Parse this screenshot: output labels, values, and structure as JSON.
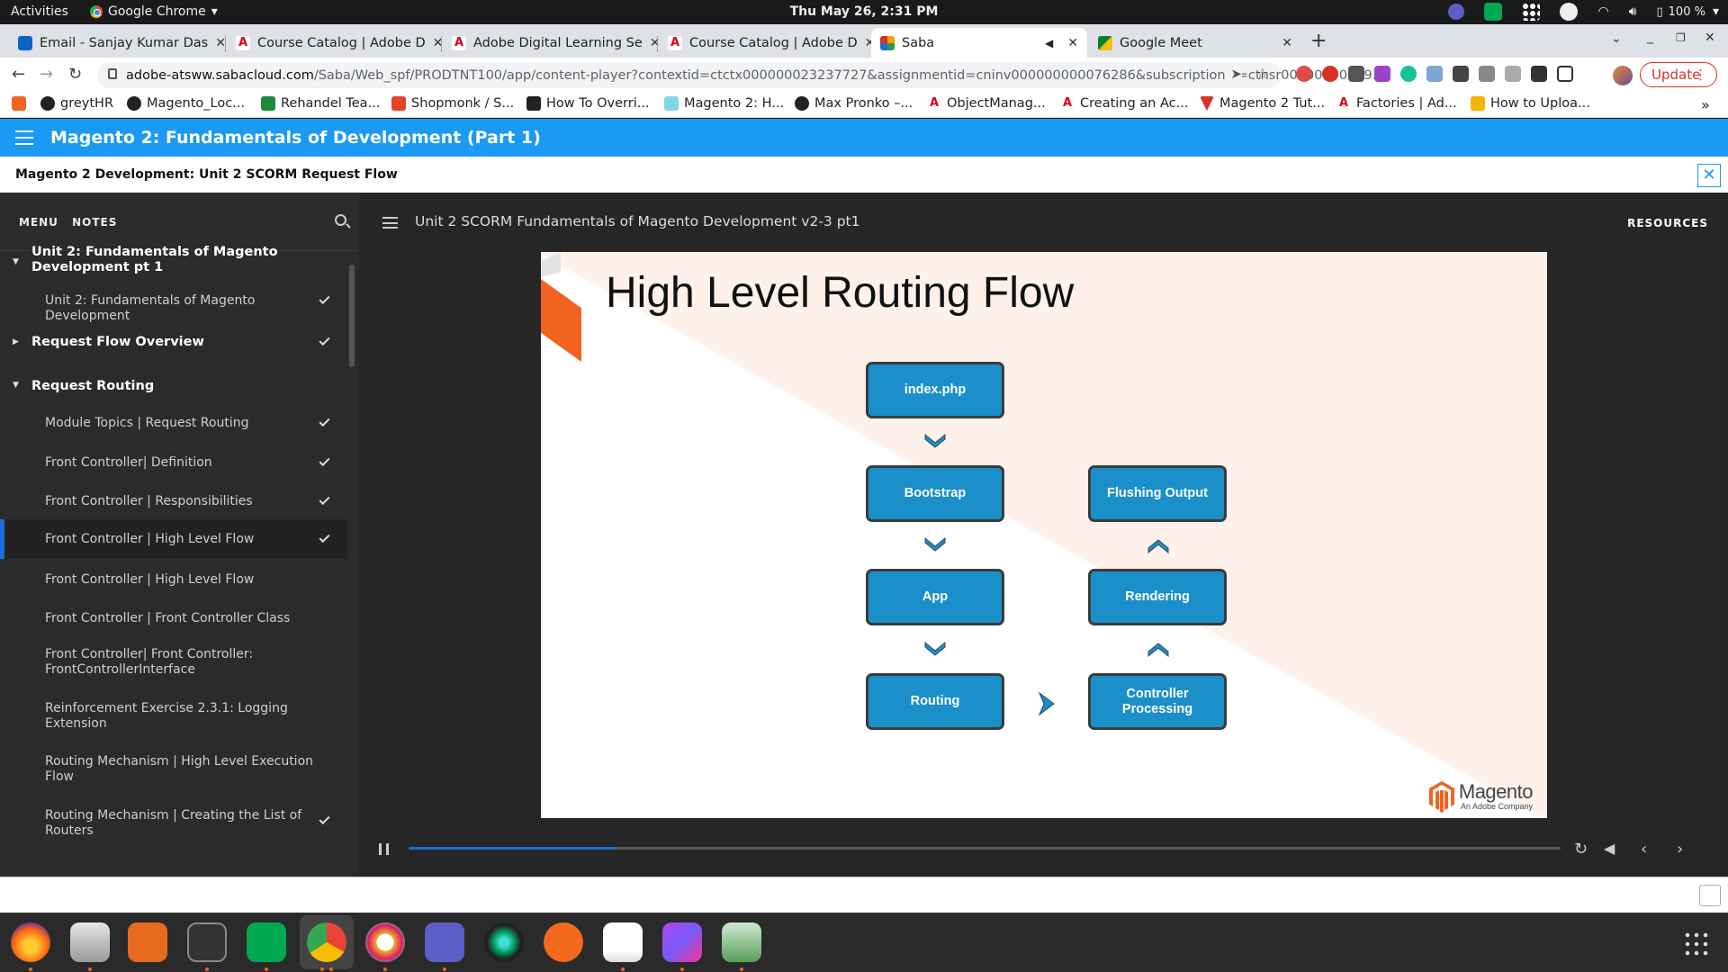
{
  "system": {
    "activities": "Activities",
    "app_name": "Google Chrome",
    "clock": "Thu May 26,  2:31 PM",
    "battery": "100 %"
  },
  "browser": {
    "tabs": [
      {
        "title": "Email - Sanjay Kumar Das",
        "favicon": "outlook-icon"
      },
      {
        "title": "Course Catalog | Adobe D",
        "favicon": "adobe-icon"
      },
      {
        "title": "Adobe Digital Learning Se",
        "favicon": "adobe-icon"
      },
      {
        "title": "Course Catalog | Adobe D",
        "favicon": "adobe-icon"
      },
      {
        "title": "Saba",
        "favicon": "saba-icon",
        "active": true
      },
      {
        "title": "Google Meet",
        "favicon": "meet-icon"
      }
    ],
    "url_host": "adobe-atsww.sabacloud.com",
    "url_path": "/Saba/Web_spf/PRODTNT100/app/content-player?contextid=ctctx000000023237727&assignmentid=cninv000000000076286&subscriptionid=ctnsr00000000019…",
    "update_label": "Update",
    "bookmarks": [
      "greytHR",
      "Magento_Loc...",
      "Rehandel Tea...",
      "Shopmonk / S...",
      "How To Overri...",
      "Magento 2: H...",
      "Max Pronko –...",
      "ObjectManag...",
      "Creating an Ac...",
      "Magento 2 Tut...",
      "Factories | Ad...",
      "How to Uploa..."
    ],
    "more_bookmarks": "»"
  },
  "course": {
    "title": "Magento 2: Fundamentals of Development (Part 1)",
    "module_title": "Magento 2 Development: Unit 2 SCORM Request Flow",
    "close_glyph": "✕"
  },
  "sidebar": {
    "tab_menu": "MENU",
    "tab_notes": "NOTES",
    "items": [
      {
        "label": "Unit 2: Fundamentals of Magento Development pt 1",
        "type": "section",
        "expanded": true,
        "checked": false
      },
      {
        "label": "Unit 2: Fundamentals of Magento Development",
        "type": "item",
        "checked": true
      },
      {
        "label": "Request Flow Overview",
        "type": "section",
        "expanded": false,
        "checked": true
      },
      {
        "label": "Request Routing",
        "type": "section",
        "expanded": true,
        "checked": false
      },
      {
        "label": "Module Topics | Request Routing",
        "type": "item",
        "checked": true
      },
      {
        "label": "Front Controller| Definition",
        "type": "item",
        "checked": true
      },
      {
        "label": "Front Controller | Responsibilities",
        "type": "item",
        "checked": true
      },
      {
        "label": "Front Controller | High Level Flow",
        "type": "item",
        "checked": true,
        "selected": true
      },
      {
        "label": "Front Controller | High Level Flow",
        "type": "item",
        "checked": false
      },
      {
        "label": "Front Controller | Front Controller Class",
        "type": "item",
        "checked": false
      },
      {
        "label": "Front Controller| Front Controller: FrontControllerInterface",
        "type": "item",
        "checked": false
      },
      {
        "label": "Reinforcement Exercise 2.3.1: Logging Extension",
        "type": "item",
        "checked": false
      },
      {
        "label": "Routing Mechanism | High Level Execution Flow",
        "type": "item",
        "checked": false
      },
      {
        "label": "Routing Mechanism | Creating the List of Routers",
        "type": "item",
        "checked": true
      }
    ]
  },
  "player": {
    "title": "Unit 2 SCORM Fundamentals of Magento Development v2-3 pt1",
    "resources_label": "RESOURCES",
    "progress": 0.18
  },
  "slide": {
    "title": "High Level Routing Flow",
    "boxes": {
      "index": "index.php",
      "bootstrap": "Bootstrap",
      "app": "App",
      "routing": "Routing",
      "controller": "Controller Processing",
      "rendering": "Rendering",
      "flushing": "Flushing Output"
    },
    "logo_text": "Magento",
    "logo_sub": "An Adobe Company",
    "colors": {
      "box": "#1b8fc9",
      "accent": "#f26322"
    }
  }
}
